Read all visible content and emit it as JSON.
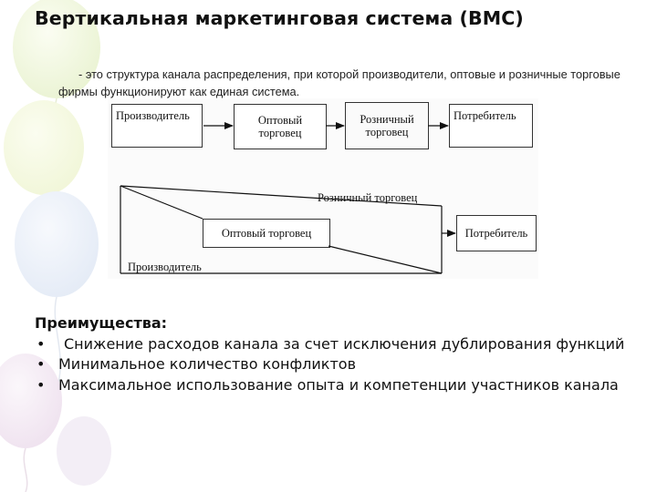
{
  "title": "Вертикальная маркетинговая система (ВМС)",
  "definition": "- это структура канала распределения, при которой производители, оптовые и розничные торговые фирмы функционируют как единая система.",
  "diagram_top": {
    "boxes": [
      "Производитель",
      "Оптовый торговец",
      "Розничный торговец",
      "Потребитель"
    ]
  },
  "diagram_bottom": {
    "retailer_label": "Розничный торговец",
    "wholesaler_label": "Оптовый торговец",
    "consumer_label": "Потребитель",
    "producer_label": "Производитель"
  },
  "advantages": {
    "heading": "Преимущества:",
    "bullet": "•",
    "items": [
      "Снижение расходов канала за счет исключения дублирования функций",
      "Минимальное количество конфликтов",
      "Максимальное использование опыта и компетенции участников канала"
    ]
  }
}
